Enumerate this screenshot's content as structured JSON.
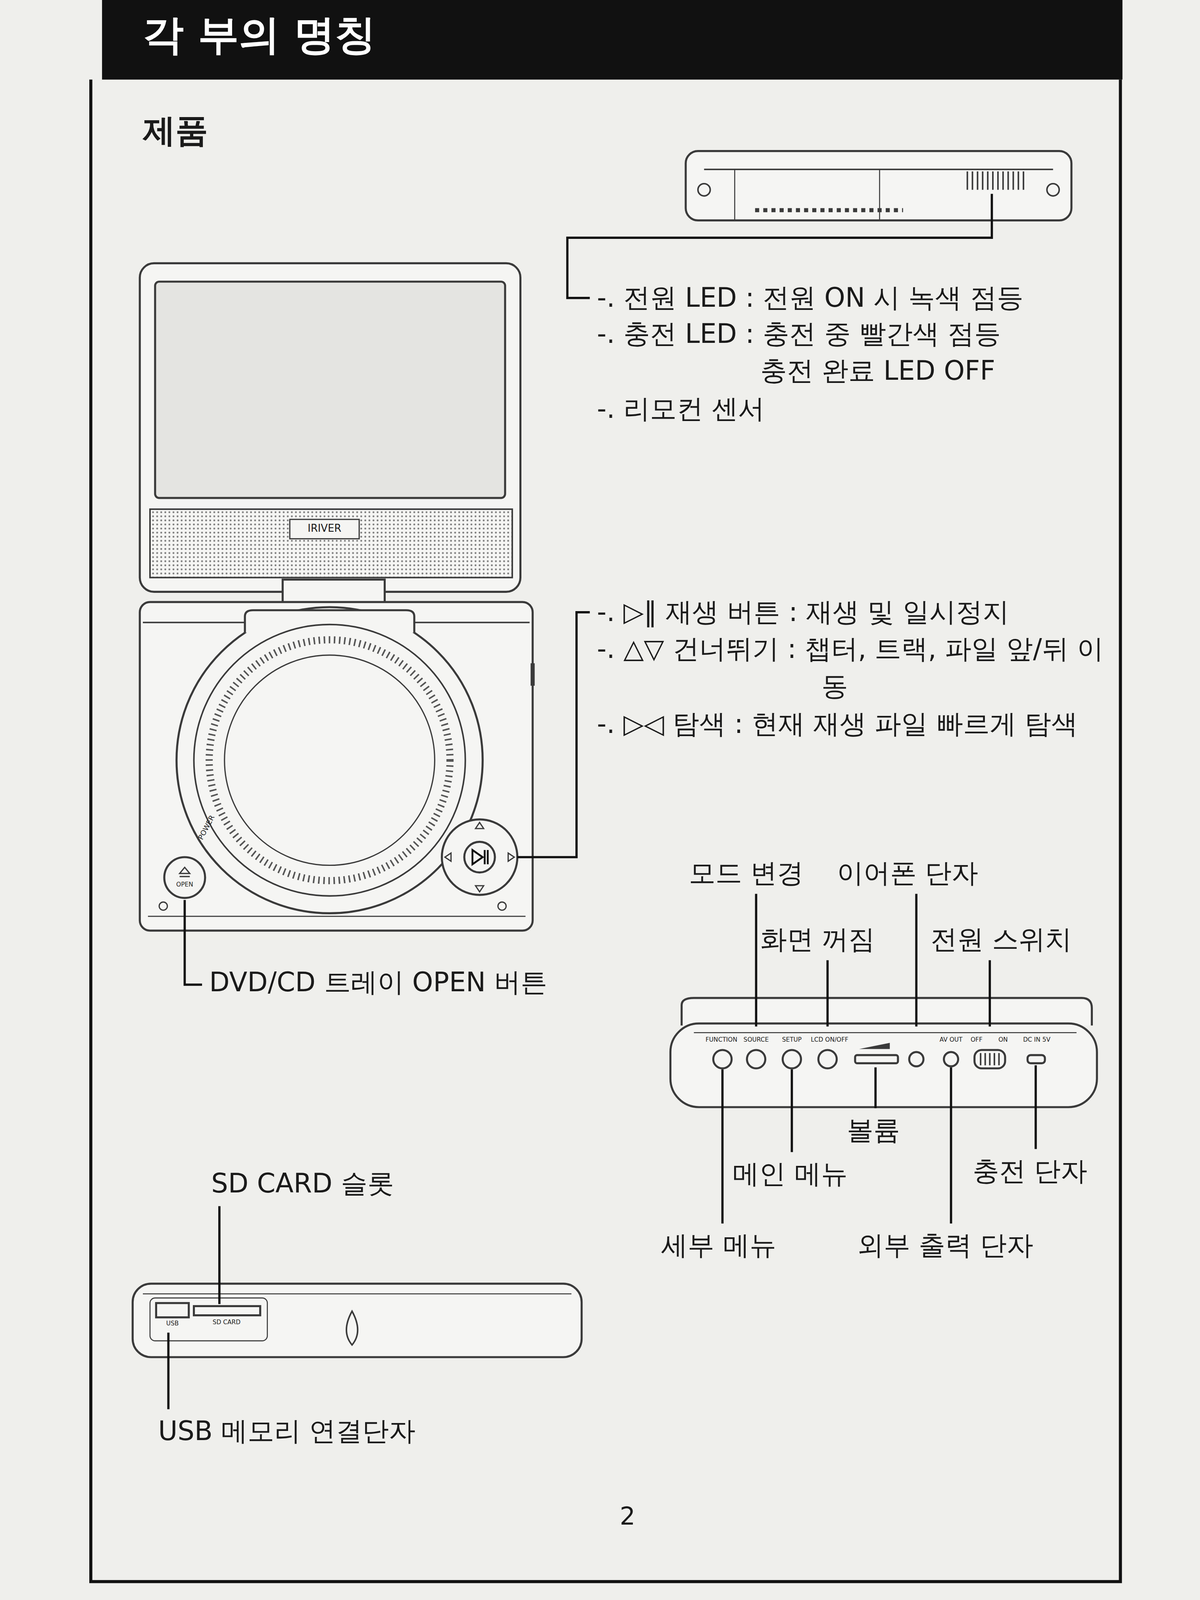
{
  "diagram": {
    "title": "각 부의 명칭",
    "labels": [
      "제품",
      "-. 전원 LED : 전원 ON 시 녹색 점등",
      "-. 충전 LED : 충전 중 빨간색 점등 충전 완료 LED OFF",
      "-. 리모컨 센서",
      "IRIVER",
      "POWER",
      "OPEN",
      "-. ▷‖ 재생 버튼 : 재생 및 일시정지",
      "-. △▽ 건너뛰기 : 챕터, 트랙, 파일 앞/뒤 이동",
      "-. ▷◁ 탐색 : 현재 재생 파일 빠르게 탐색",
      "DVD/CD 트레이 OPEN 버튼",
      "모드 변경",
      "이어폰 단자",
      "화면 꺼짐",
      "전원 스위치",
      "FUNCTION",
      "SOURCE",
      "SETUP",
      "LCD ON/OFF",
      "AV OUT",
      "OFF",
      "ON",
      "DC IN 5V",
      "볼륨",
      "메인 메뉴",
      "충전 단자",
      "세부 메뉴",
      "외부 출력 단자",
      "SD CARD 슬롯",
      "USB",
      "SD CARD",
      "USB 메모리 연결단자",
      "2"
    ]
  }
}
